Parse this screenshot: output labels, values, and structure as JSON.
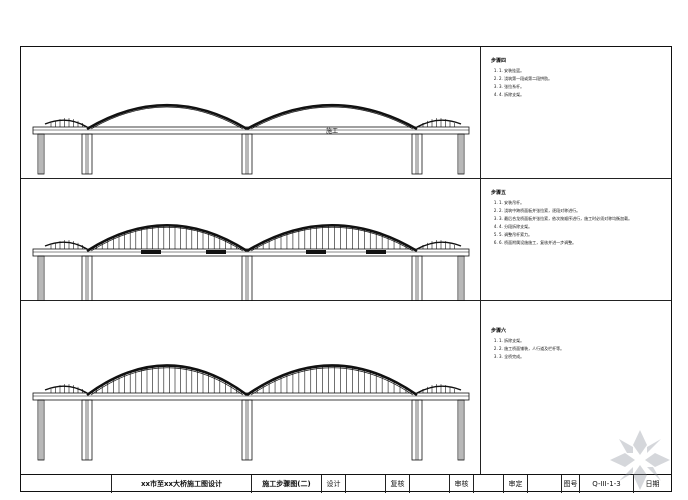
{
  "panels": [
    {
      "step_title": "步骤四",
      "notes": [
        "1. 安装挂篮。",
        "2. 浇筑第一段或第二段拱肋。",
        "3. 张拉系杆。",
        "4. 拆除支架。"
      ],
      "span_label": "施工"
    },
    {
      "step_title": "步骤五",
      "notes": [
        "1. 安装吊杆。",
        "2. 浇筑中跨桥面板并张拉索，逐段对称进行。",
        "3. 最后合龙桥面板并张拉索，依次按顺序进行，施工时必须对称均衡加载。",
        "4. 分段拆除支架。",
        "5. 调整吊杆索力。",
        "6. 桥面附属设施施工，复核并进一步调整。"
      ],
      "span_label": ""
    },
    {
      "step_title": "步骤六",
      "notes": [
        "1. 拆除支架。",
        "2. 施工桥面铺装，人行道及栏杆等。",
        "3. 全桥完成。"
      ],
      "span_label": ""
    }
  ],
  "title_block": {
    "project": "xx市至xx大桥施工图设计",
    "drawing_name": "施工步骤图(二)",
    "design": "设计",
    "check": "复核",
    "review": "审核",
    "approve": "审定",
    "sheet_no_label": "图号",
    "sheet_no": "Q-III-1-3",
    "date": "日期"
  },
  "colors": {
    "line": "#111111",
    "hatch": "#333333",
    "background": "#ffffff"
  }
}
